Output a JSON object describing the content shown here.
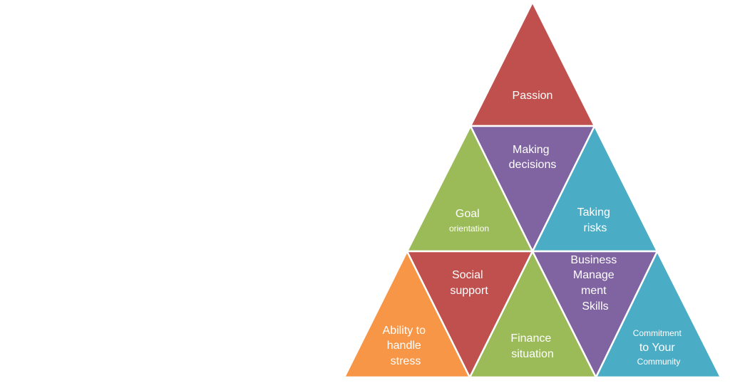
{
  "diagram": {
    "colors": {
      "red": "#C0504D",
      "purple": "#8064A2",
      "green": "#9BBB59",
      "teal": "#4BACC6",
      "orange": "#F79646"
    },
    "tiles": {
      "passion": {
        "lines": [
          "Passion"
        ],
        "color": "#C0504D"
      },
      "making_decisions": {
        "lines": [
          "Making",
          "decisions"
        ],
        "color": "#8064A2"
      },
      "goal_orientation": {
        "lines": [
          "Goal",
          "orientation"
        ],
        "color": "#9BBB59"
      },
      "taking_risks": {
        "lines": [
          "Taking",
          "risks"
        ],
        "color": "#4BACC6"
      },
      "ability_to_handle_stress": {
        "lines": [
          "Ability to",
          "handle",
          "stress"
        ],
        "color": "#F79646"
      },
      "social_support": {
        "lines": [
          "Social",
          "support"
        ],
        "color": "#C0504D"
      },
      "finance_situation": {
        "lines": [
          "Finance",
          "situation"
        ],
        "color": "#9BBB59"
      },
      "business_management_skills": {
        "lines": [
          "Business",
          "Manage",
          "ment",
          "Skills"
        ],
        "color": "#8064A2"
      },
      "commitment_to_your_community": {
        "lines": [
          "Commitment",
          "to Your",
          "Community"
        ],
        "color": "#4BACC6"
      }
    }
  }
}
